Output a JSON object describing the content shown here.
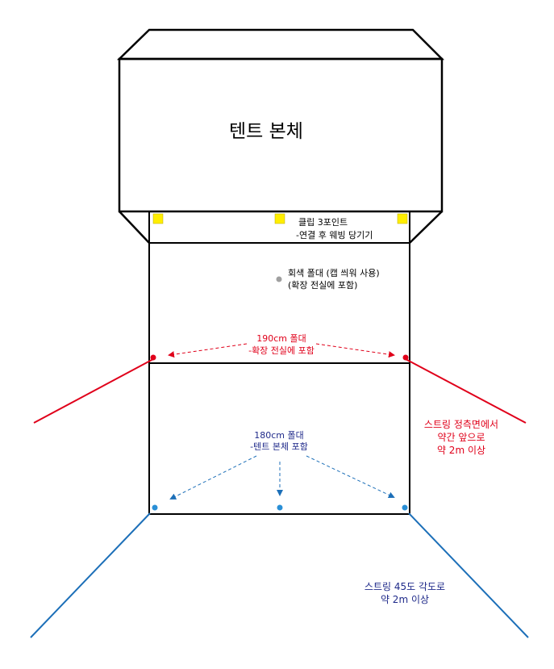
{
  "title": "텐트 본체",
  "clip_note": {
    "line1": "클립 3포인트",
    "line2": "-연결 후 웨빙 당기기"
  },
  "gray_pole_note": {
    "line1": "회색 폴대 (캡 씌워 사용)",
    "line2": "(확장 전실에 포함)"
  },
  "red_pole_note": {
    "line1": "190cm 폴대",
    "line2": "-확장 전실에 포함"
  },
  "blue_pole_note": {
    "line1": "180cm 폴대",
    "line2": "-텐트 본체 포함"
  },
  "red_string_note": {
    "line1": "스트링 정측면에서",
    "line2": "약간 앞으로",
    "line3": "약 2m 이상"
  },
  "blue_string_note": {
    "line1": "스트링 45도 각도로",
    "line2": "약 2m 이상"
  },
  "colors": {
    "outline": "#000000",
    "clip": "#ffee00",
    "gray_dot": "#a0a0a0",
    "red": "#e0001a",
    "blue": "#1c6fb8",
    "blue_dot": "#2a8fd6",
    "navy_text": "#1f2a8a"
  }
}
